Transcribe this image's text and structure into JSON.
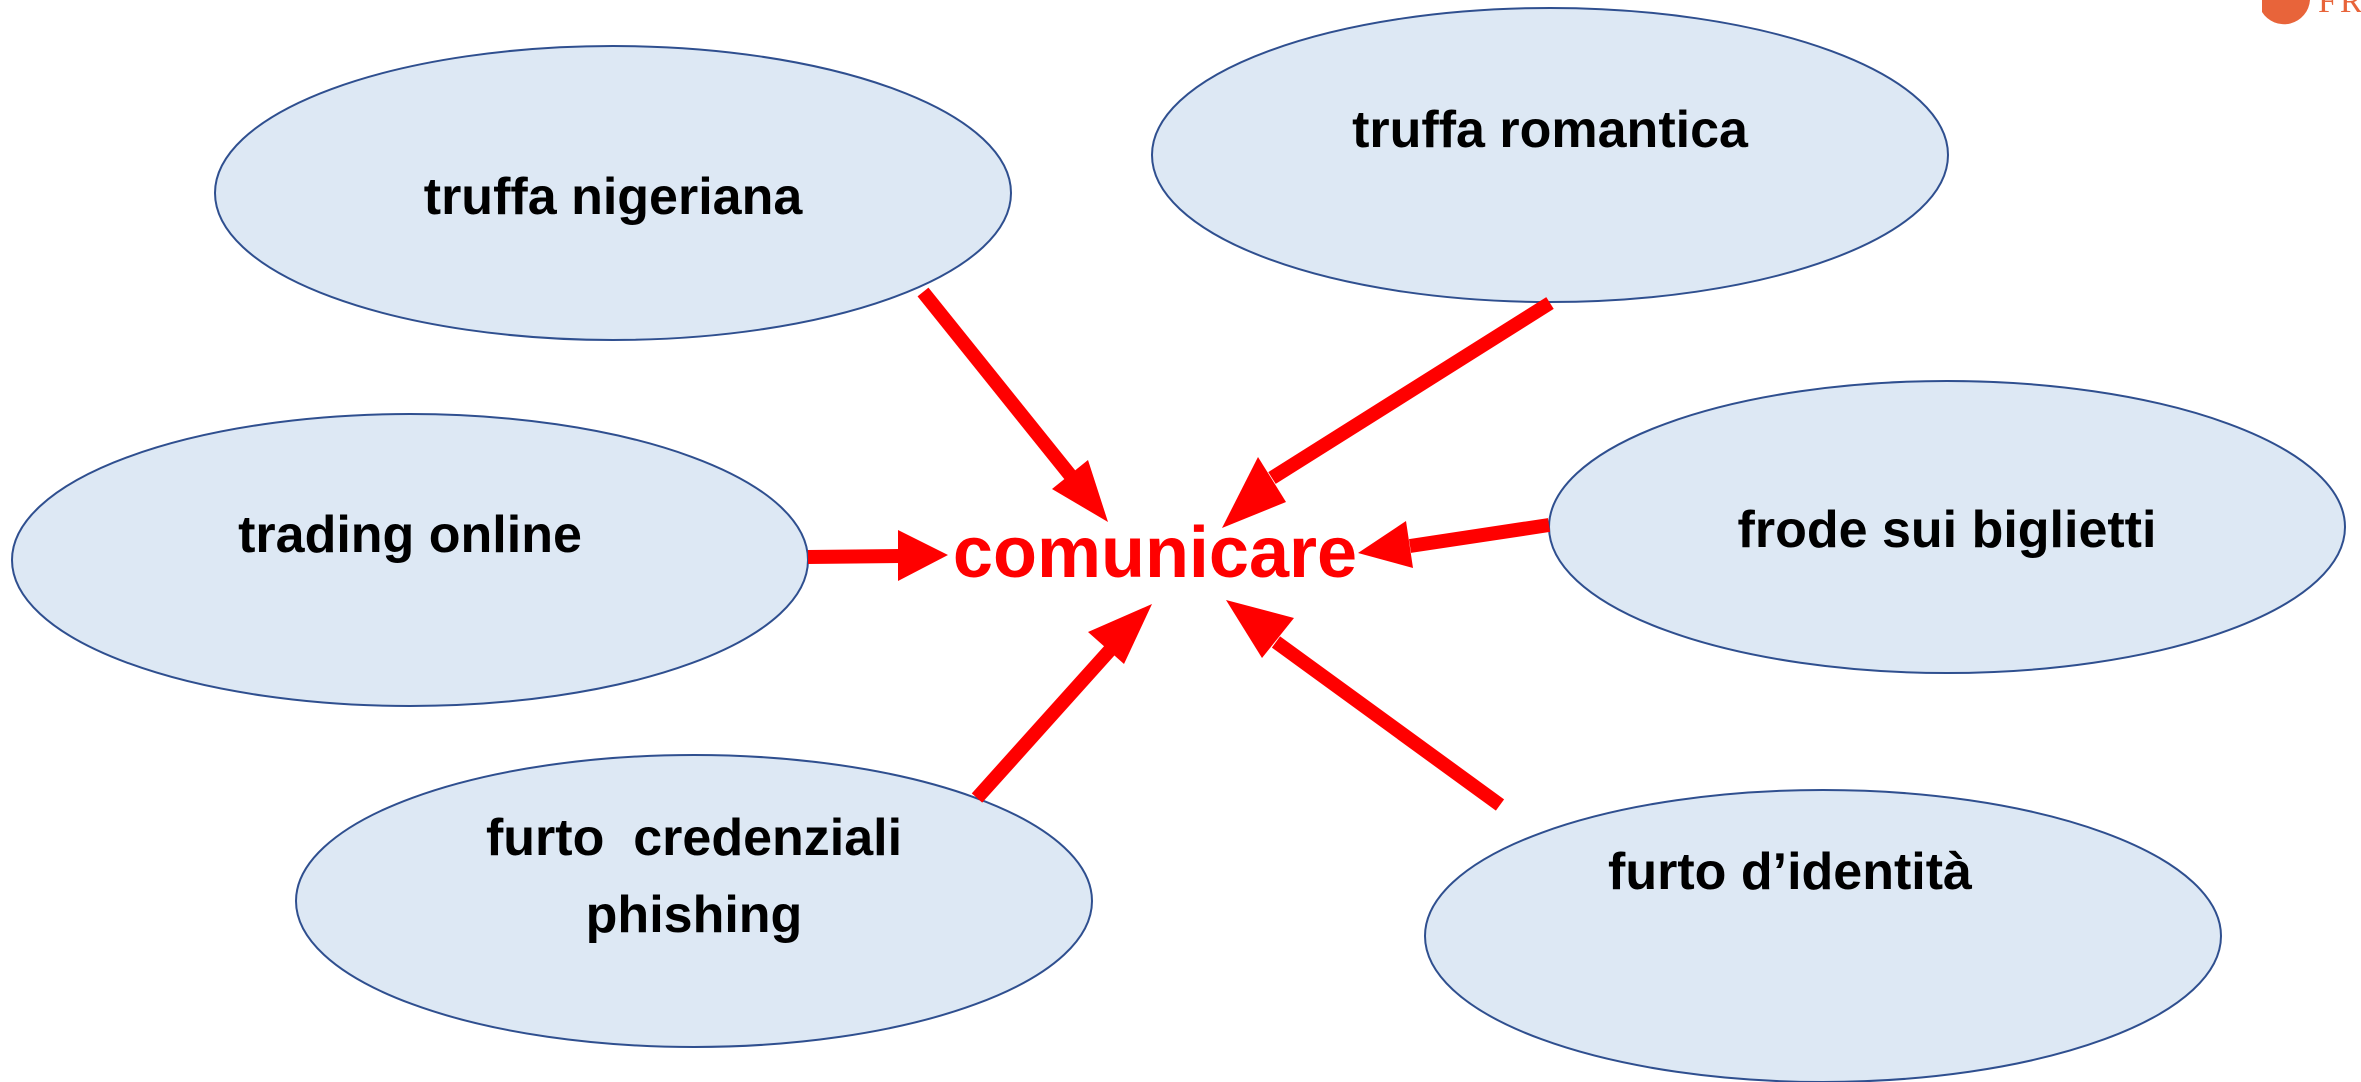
{
  "diagram": {
    "center": {
      "label": "comunicare",
      "color": "#ff0000"
    },
    "nodes": [
      {
        "id": "truffa-nigeriana",
        "lines": [
          "truffa nigeriana"
        ]
      },
      {
        "id": "truffa-romantica",
        "lines": [
          "truffa romantica"
        ]
      },
      {
        "id": "trading-online",
        "lines": [
          "trading online"
        ]
      },
      {
        "id": "frode-biglietti",
        "lines": [
          "frode sui biglietti"
        ]
      },
      {
        "id": "furto-credenziali",
        "lines": [
          "furto  credenziali",
          "phishing"
        ]
      },
      {
        "id": "furto-identita",
        "lines": [
          "furto d’identità"
        ]
      }
    ],
    "colors": {
      "ellipse_fill": "#dde8f4",
      "ellipse_stroke": "#2f4f8f",
      "arrow": "#ff0000"
    }
  },
  "logo": {
    "text": "FRONTIERE",
    "color": "#e8643a"
  }
}
